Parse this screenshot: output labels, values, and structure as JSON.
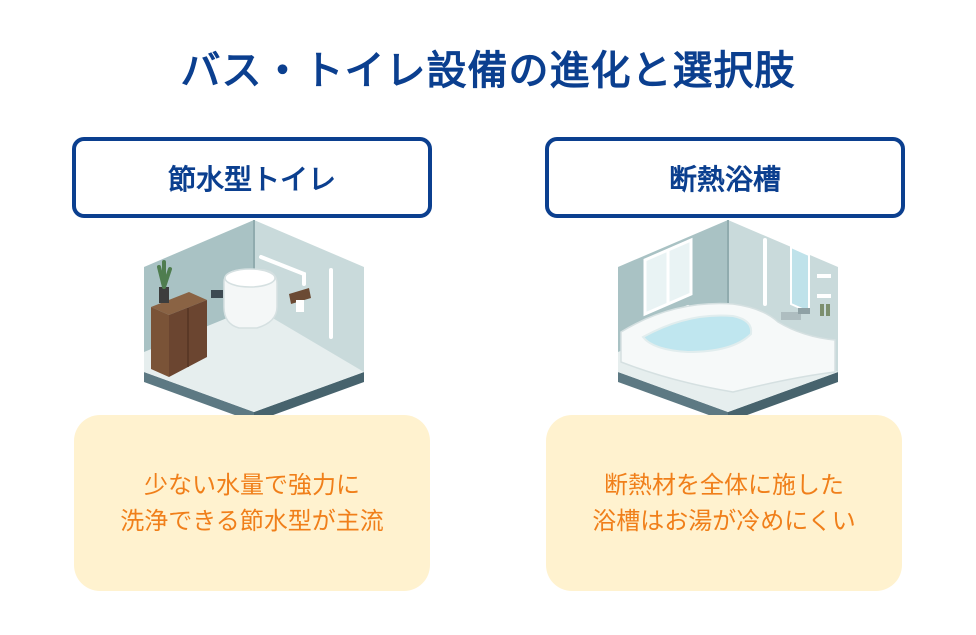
{
  "title": "バス・トイレ設備の進化と選択肢",
  "cards": [
    {
      "heading": "節水型トイレ",
      "illustration": "toilet-room-icon",
      "lines": [
        "少ない水量で強力に",
        "洗浄できる節水型が主流"
      ]
    },
    {
      "heading": "断熱浴槽",
      "illustration": "bathtub-room-icon",
      "lines": [
        "断熱材を全体に施した",
        "浴槽はお湯が冷めにくい"
      ]
    }
  ],
  "colors": {
    "title": "#0b3f8f",
    "heading_border": "#0b3f8f",
    "desc_bg": "#fff2cf",
    "desc_text": "#f07f1a",
    "wall": "#a9c2c4",
    "floor": "#e6eeee",
    "base": "#5d7983"
  }
}
